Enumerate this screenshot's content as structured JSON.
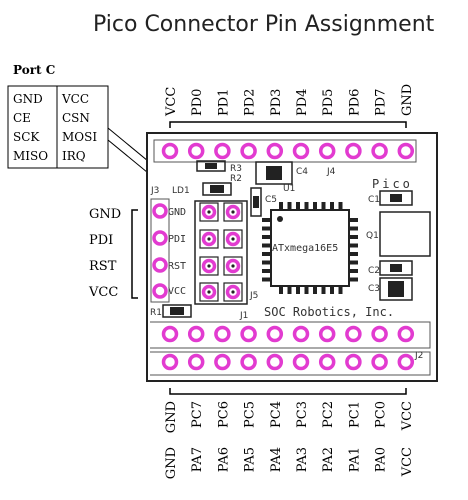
{
  "title": "Pico Connector Pin Assignment",
  "port_c": {
    "heading": "Port C",
    "rows": [
      [
        "GND",
        "VCC"
      ],
      [
        "CE",
        "CSN"
      ],
      [
        "SCK",
        "MOSI"
      ],
      [
        "MISO",
        "IRQ"
      ]
    ]
  },
  "top_header": [
    "VCC",
    "PD0",
    "PD1",
    "PD2",
    "PD3",
    "PD4",
    "PD5",
    "PD6",
    "PD7",
    "GND"
  ],
  "bottom_header_row1": [
    "GND",
    "PC7",
    "PC6",
    "PC5",
    "PC4",
    "PC3",
    "PC2",
    "PC1",
    "PC0",
    "VCC"
  ],
  "bottom_header_row2": [
    "GND",
    "PA7",
    "PA6",
    "PA5",
    "PA4",
    "PA3",
    "PA2",
    "PA1",
    "PA0",
    "VCC"
  ],
  "side_labels": [
    "GND",
    "PDI",
    "RST",
    "VCC"
  ],
  "board": {
    "brand": "Pico",
    "chip": "ATxmega16E5",
    "maker": "SOC Robotics, Inc.",
    "designators": {
      "r3": "R3",
      "r2": "R2",
      "c4": "C4",
      "j4": "J4",
      "j3": "J3",
      "ld1": "LD1",
      "u1": "U1",
      "c5": "C5",
      "c1": "C1",
      "q1": "Q1",
      "c2": "C2",
      "c3": "C3",
      "j5": "J5",
      "r1": "R1",
      "j1": "J1",
      "j2": "J2"
    },
    "pdi_silk": [
      "GND",
      "PDI",
      "RST",
      "VCC"
    ]
  },
  "colors": {
    "pad": "#e23bd0",
    "outline": "#222222"
  }
}
